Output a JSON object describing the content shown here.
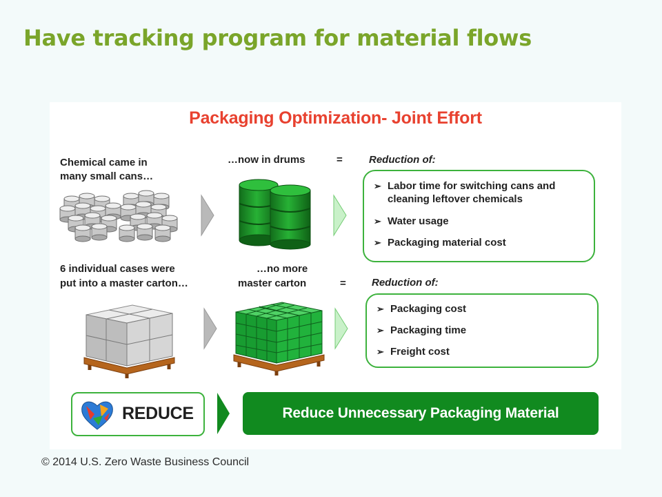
{
  "slide": {
    "title": "Have tracking program for material flows",
    "footer": "© 2014 U.S. Zero Waste Business Council"
  },
  "diagram": {
    "title": "Packaging Optimization- Joint Effort",
    "row1": {
      "before_line1": "Chemical came in",
      "before_line2": "many small cans…",
      "after": "…now in drums",
      "equals": "=",
      "reduction_heading": "Reduction of:",
      "items": [
        [
          "Labor time for switching cans and",
          "cleaning leftover chemicals"
        ],
        [
          "Water usage"
        ],
        [
          "Packaging material cost"
        ]
      ]
    },
    "row2": {
      "before_line1": "6 individual cases were",
      "before_line2": "put into a master carton…",
      "after_line1": "…no more",
      "after_line2": "master carton",
      "equals": "=",
      "reduction_heading": "Reduction of:",
      "items": [
        "Packaging cost",
        "Packaging time",
        "Freight cost"
      ]
    },
    "reduce": {
      "label": "REDUCE",
      "banner": "Reduce Unnecessary Packaging Material"
    },
    "bullet_glyph": "➢",
    "colors": {
      "title_green": "#7aa52a",
      "panel_title_red": "#e8412f",
      "box_border_green": "#3cb23c",
      "drum_green": "#1e9a2a",
      "cube_green": "#1fa23a",
      "banner_green": "#118a1f",
      "pallet_brown": "#b5651d"
    }
  }
}
